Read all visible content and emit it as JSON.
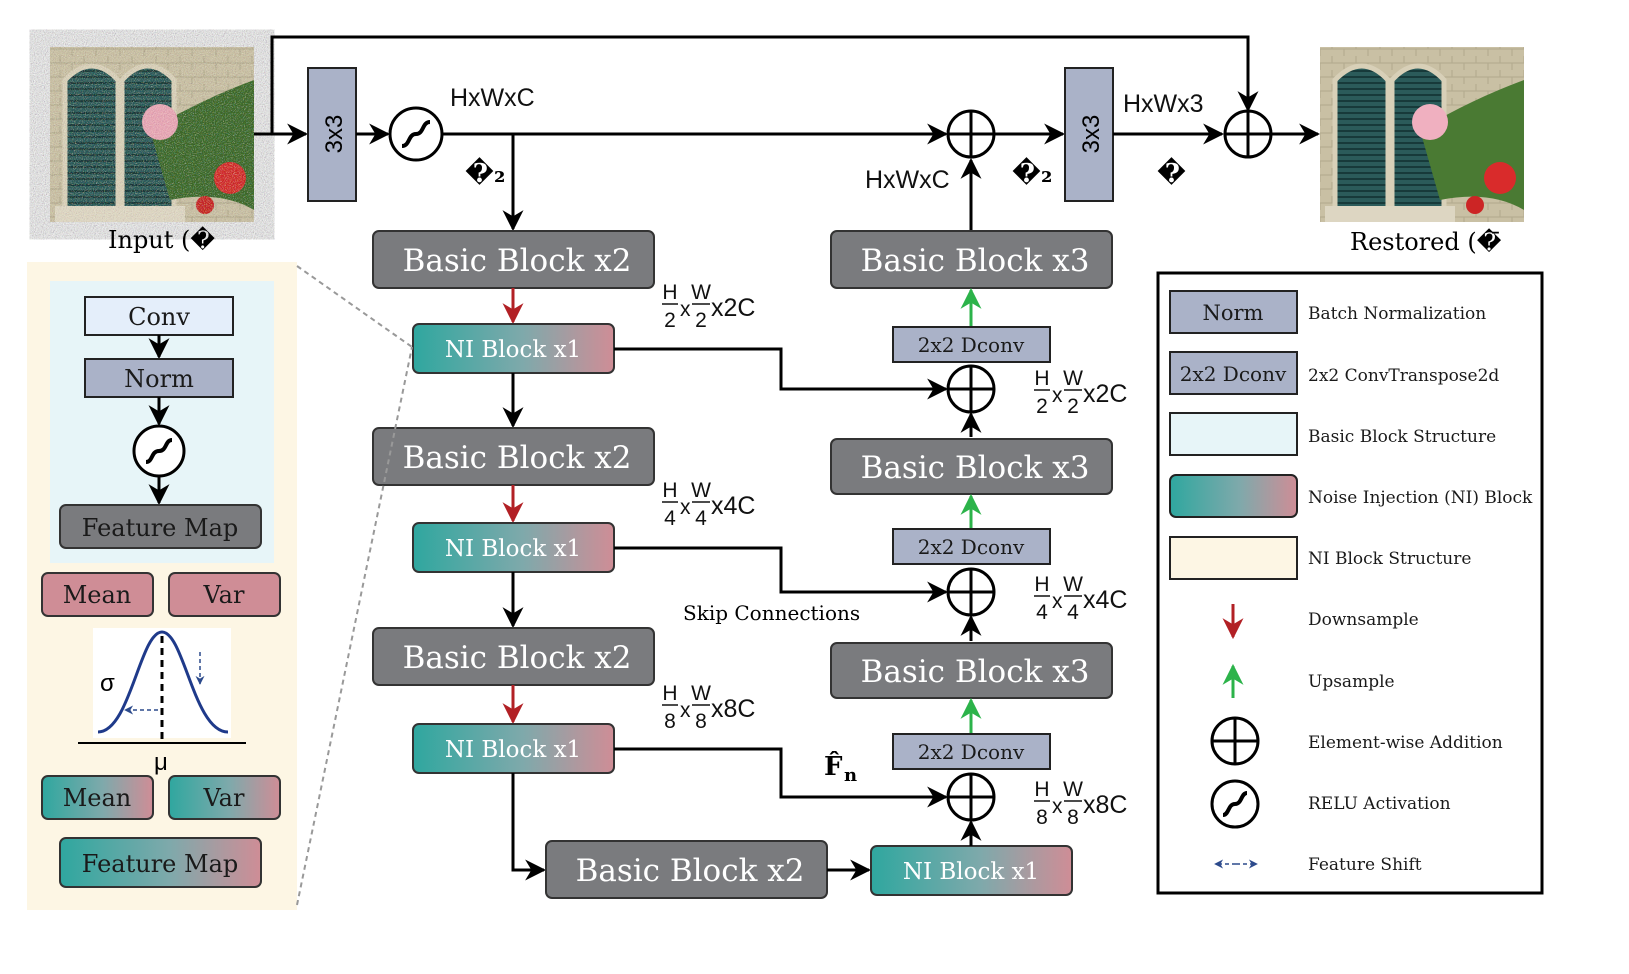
{
  "colors": {
    "basic_block": "#7a7b7e",
    "norm_fill": "#aab2c8",
    "basic_structure_bg": "#e7f5f8",
    "ni_structure_bg": "#fdf6e4",
    "teal": "#2fa79f",
    "rose": "#cf8d96",
    "downsample_arrow": "#b22025",
    "upsample_arrow": "#2cb34a",
    "shift_arrow": "#2c4a8c"
  },
  "top": {
    "input_label": "Input (�",
    "restored_label": "Restored (�̄",
    "conv_in": "3x3",
    "conv_out": "3x3",
    "dim_hwc_top": "HxWxC",
    "dim_hwc_mid": "HxWxC",
    "dim_hw3": "HxWx3",
    "glyph_left": "�₂",
    "glyph_mid": "�₂",
    "glyph_right": "�"
  },
  "encoder": {
    "bb1": "Basic Block x2",
    "ni1": "NI Block x1",
    "bb2": "Basic Block x2",
    "ni2": "NI Block x1",
    "bb3": "Basic Block x2",
    "ni3": "NI Block x1"
  },
  "bottleneck": {
    "bb": "Basic Block x2",
    "ni": "NI Block x1"
  },
  "decoder": {
    "bb_top": "Basic Block x3",
    "bb_mid": "Basic Block x3",
    "bb_low": "Basic Block x3",
    "dconv1": "2x2 Dconv",
    "dconv2": "2x2 Dconv",
    "dconv3": "2x2 Dconv"
  },
  "dims": {
    "s1": {
      "num1": "H",
      "den1": "2",
      "num2": "W",
      "den2": "2",
      "x": "x",
      "suffix": "x2C"
    },
    "s2": {
      "num1": "H",
      "den1": "4",
      "num2": "W",
      "den2": "4",
      "x": "x",
      "suffix": "x4C"
    },
    "s3": {
      "num1": "H",
      "den1": "8",
      "num2": "W",
      "den2": "8",
      "x": "x",
      "suffix": "x8C"
    },
    "d1": {
      "num1": "H",
      "den1": "2",
      "num2": "W",
      "den2": "2",
      "x": "x",
      "suffix": "x2C"
    },
    "d2": {
      "num1": "H",
      "den1": "4",
      "num2": "W",
      "den2": "4",
      "x": "x",
      "suffix": "x4C"
    },
    "d3": {
      "num1": "H",
      "den1": "8",
      "num2": "W",
      "den2": "8",
      "x": "x",
      "suffix": "x8C"
    }
  },
  "skip_label": "Skip Connections",
  "f_hat": {
    "base": "F̂",
    "sub": "n"
  },
  "side": {
    "conv": "Conv",
    "norm": "Norm",
    "feature_map_1": "Feature Map",
    "mean_1": "Mean",
    "var_1": "Var",
    "sigma": "σ",
    "mu": "μ",
    "mean_2": "Mean",
    "var_2": "Var",
    "feature_map_2": "Feature Map"
  },
  "legend": [
    {
      "swatch": "Norm",
      "label": "Batch Normalization"
    },
    {
      "swatch": "2x2 Dconv",
      "label": "2x2 ConvTranspose2d"
    },
    {
      "swatch": "",
      "label": "Basic Block Structure"
    },
    {
      "swatch": "",
      "label": "Noise Injection (NI) Block"
    },
    {
      "swatch": "",
      "label": "NI Block Structure"
    },
    {
      "swatch": "",
      "label": "Downsample"
    },
    {
      "swatch": "",
      "label": "Upsample"
    },
    {
      "swatch": "",
      "label": "Element-wise Addition"
    },
    {
      "swatch": "",
      "label": "RELU Activation"
    },
    {
      "swatch": "",
      "label": "Feature Shift"
    }
  ],
  "icons": {
    "input_image": "noisy-window-flower-image",
    "restored_image": "restored-window-flower-image",
    "relu": "relu-activation-icon",
    "add": "element-wise-addition-icon"
  }
}
